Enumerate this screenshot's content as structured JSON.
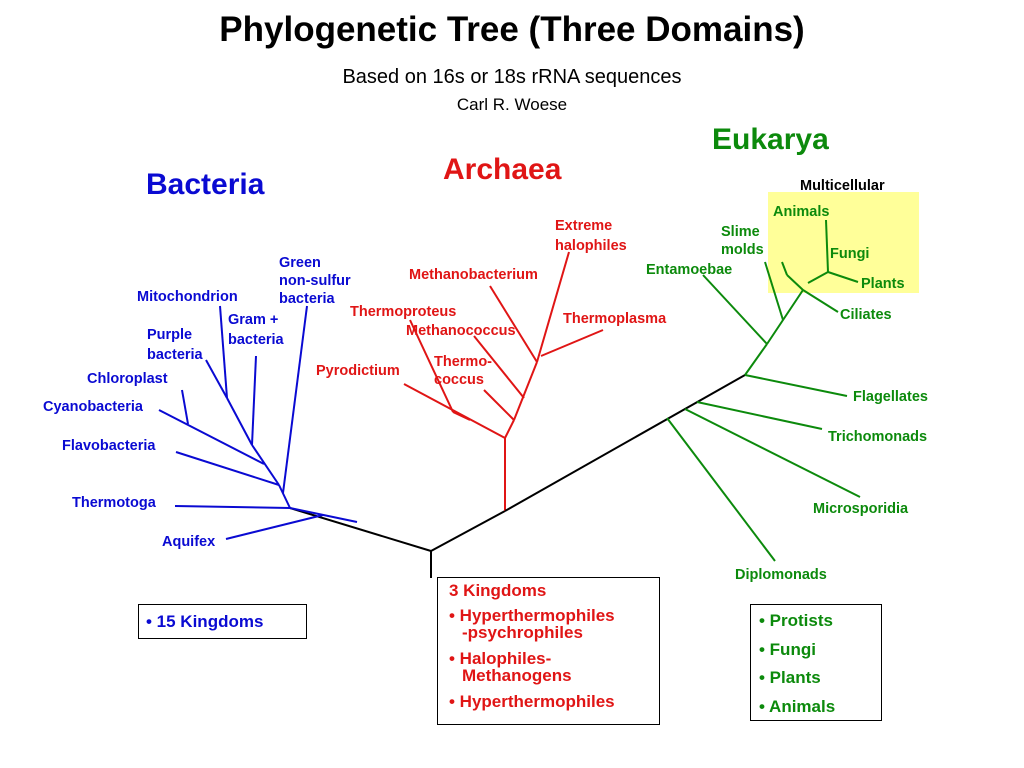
{
  "title": "Phylogenetic Tree (Three Domains)",
  "subtitle": "Based on 16s or 18s rRNA sequences",
  "author": "Carl R. Woese",
  "domains": {
    "bacteria": "Bacteria",
    "archaea": "Archaea",
    "eukarya": "Eukarya"
  },
  "colors": {
    "bacteria": "#0a0ad2",
    "archaea": "#e01515",
    "eukarya": "#0c8a0c",
    "multicellular_highlight": "#ffff99"
  },
  "bacteria_labels": {
    "green_nonsulfur": [
      "Green",
      "non-sulfur",
      "bacteria"
    ],
    "mitochondrion": "Mitochondrion",
    "gram_positive": [
      "Gram +",
      "bacteria"
    ],
    "purple": [
      "Purple",
      "bacteria"
    ],
    "chloroplast": "Chloroplast",
    "cyanobacteria": "Cyanobacteria",
    "flavobacteria": "Flavobacteria",
    "thermotoga": "Thermotoga",
    "aquifex": "Aquifex"
  },
  "archaea_labels": {
    "extreme_halophiles": [
      "Extreme",
      "halophiles"
    ],
    "methanobacterium": "Methanobacterium",
    "thermoproteus": "Thermoproteus",
    "methanococcus": "Methanococcus",
    "thermoplasma": "Thermoplasma",
    "thermococcus": [
      "Thermo-",
      "coccus"
    ],
    "pyrodictium": "Pyrodictium"
  },
  "eukarya_labels": {
    "multicellular": "Multicellular",
    "animals": "Animals",
    "slime_molds": [
      "Slime",
      "molds"
    ],
    "fungi": "Fungi",
    "entamoebae": "Entamoebae",
    "plants": "Plants",
    "ciliates": "Ciliates",
    "flagellates": "Flagellates",
    "trichomonads": "Trichomonads",
    "microsporidia": "Microsporidia",
    "diplomonads": "Diplomonads"
  },
  "boxes": {
    "bacteria": [
      "• 15 Kingdoms"
    ],
    "archaea_heading": "3 Kingdoms",
    "archaea": [
      [
        "• Hyperthermophiles",
        "-psychrophiles"
      ],
      [
        "• Halophiles-",
        "Methanogens"
      ],
      [
        "• Hyperthermophiles"
      ]
    ],
    "eukarya": [
      "• Protists",
      "• Fungi",
      "• Plants",
      "• Animals"
    ]
  }
}
